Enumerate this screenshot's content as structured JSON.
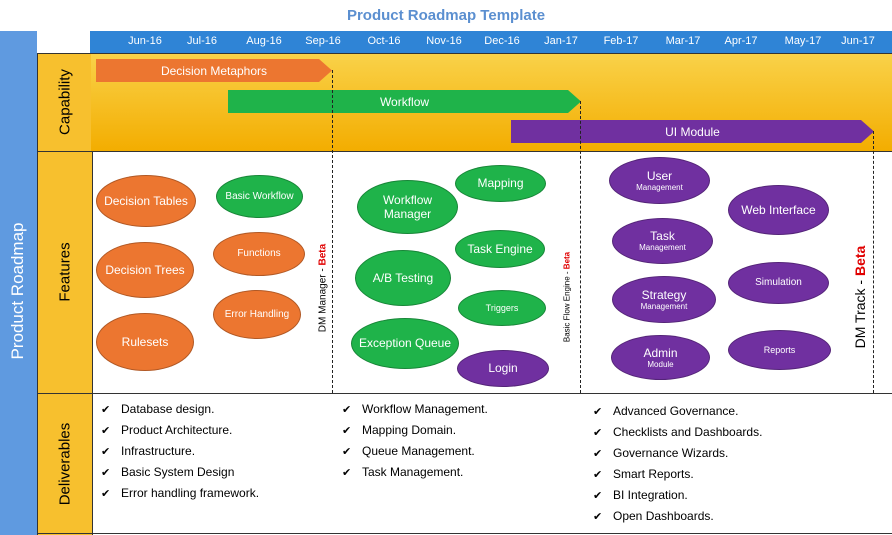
{
  "title": "Product Roadmap Template",
  "side_label": "Product Roadmap",
  "months": [
    "Jun-16",
    "Jul-16",
    "Aug-16",
    "Sep-16",
    "Oct-16",
    "Nov-16",
    "Dec-16",
    "Jan-17",
    "Feb-17",
    "Mar-17",
    "Apr-17",
    "May-17",
    "Jun-17"
  ],
  "lanes": {
    "capability": "Capability",
    "features": "Features",
    "deliverables": "Deliverables"
  },
  "capabilities": [
    {
      "label": "Decision Metaphors",
      "color": "#ec7630"
    },
    {
      "label": "Workflow",
      "color": "#1fb34a"
    },
    {
      "label": "UI Module",
      "color": "#7030a0"
    }
  ],
  "milestones": [
    {
      "name": "DM Manager - ",
      "tag": "Beta"
    },
    {
      "name": "Basic Flow Engine - ",
      "tag": "Beta"
    },
    {
      "name": "DM Track - ",
      "tag": "Beta"
    }
  ],
  "features": {
    "decision_tables": {
      "main": "Decision Tables",
      "sub": ""
    },
    "basic_workflow": {
      "main": "Basic Workflow",
      "sub": ""
    },
    "decision_trees": {
      "main": "Decision Trees",
      "sub": ""
    },
    "functions": {
      "main": "Functions",
      "sub": ""
    },
    "rulesets": {
      "main": "Rulesets",
      "sub": ""
    },
    "error_handling": {
      "main": "Error Handling",
      "sub": ""
    },
    "workflow_manager": {
      "main": "Workflow Manager",
      "sub": ""
    },
    "mapping": {
      "main": "Mapping",
      "sub": ""
    },
    "ab_testing": {
      "main": "A/B Testing",
      "sub": ""
    },
    "task_engine": {
      "main": "Task Engine",
      "sub": ""
    },
    "triggers": {
      "main": "Triggers",
      "sub": ""
    },
    "exception_queue": {
      "main": "Exception Queue",
      "sub": ""
    },
    "login": {
      "main": "Login",
      "sub": ""
    },
    "user_mgmt": {
      "main": "User",
      "sub": "Management"
    },
    "web_interface": {
      "main": "Web Interface",
      "sub": ""
    },
    "task_mgmt": {
      "main": "Task",
      "sub": "Management"
    },
    "simulation": {
      "main": "Simulation",
      "sub": ""
    },
    "strategy_mgmt": {
      "main": "Strategy",
      "sub": "Management"
    },
    "admin_module": {
      "main": "Admin",
      "sub": "Module"
    },
    "reports": {
      "main": "Reports",
      "sub": ""
    }
  },
  "colors": {
    "orange": "#ec7630",
    "green": "#1fb34a",
    "purple": "#7030a0",
    "header_blue": "#2f84d6",
    "capability_gold": "#f7c02e"
  },
  "deliverables": [
    [
      "Database design.",
      "Product Architecture.",
      "Infrastructure.",
      "Basic System Design",
      "Error handling framework."
    ],
    [
      "Workflow Management.",
      "Mapping Domain.",
      "Queue Management.",
      "Task Management."
    ],
    [
      "Advanced Governance.",
      "Checklists and Dashboards.",
      "Governance  Wizards.",
      "Smart Reports.",
      "BI Integration.",
      "Open Dashboards."
    ]
  ]
}
